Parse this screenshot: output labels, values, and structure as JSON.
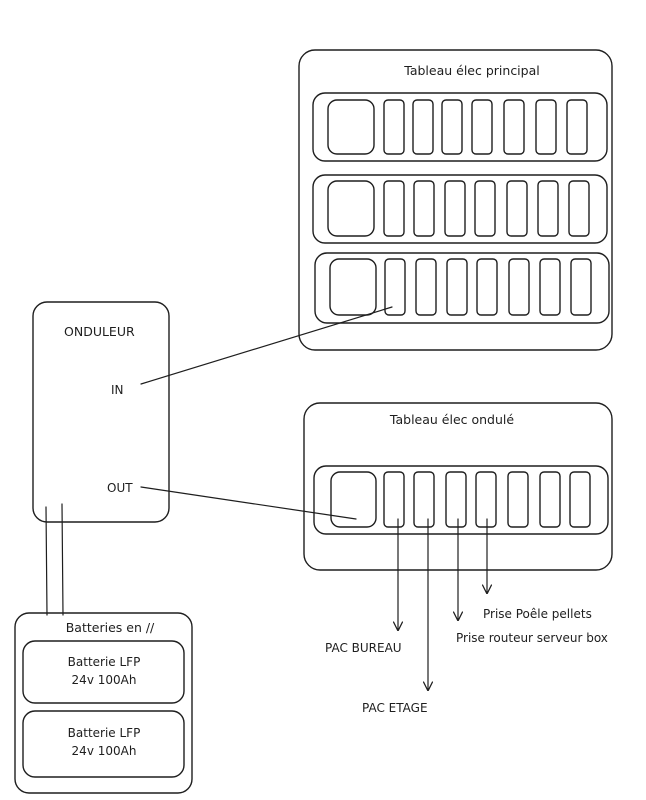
{
  "panels": {
    "main_title": "Tableau élec principal",
    "ups_title": "Tableau élec ondulé"
  },
  "inverter": {
    "title": "ONDULEUR",
    "in_label": "IN",
    "out_label": "OUT"
  },
  "batteries": {
    "title": "Batteries en //",
    "battery_1_line1": "Batterie LFP",
    "battery_1_line2": "24v 100Ah",
    "battery_2_line1": "Batterie LFP",
    "battery_2_line2": "24v 100Ah"
  },
  "outputs": {
    "pac_bureau": "PAC BUREAU",
    "pac_etage": "PAC ETAGE",
    "prise_poele": "Prise Poêle pellets",
    "prise_routeur": "Prise routeur serveur box"
  }
}
